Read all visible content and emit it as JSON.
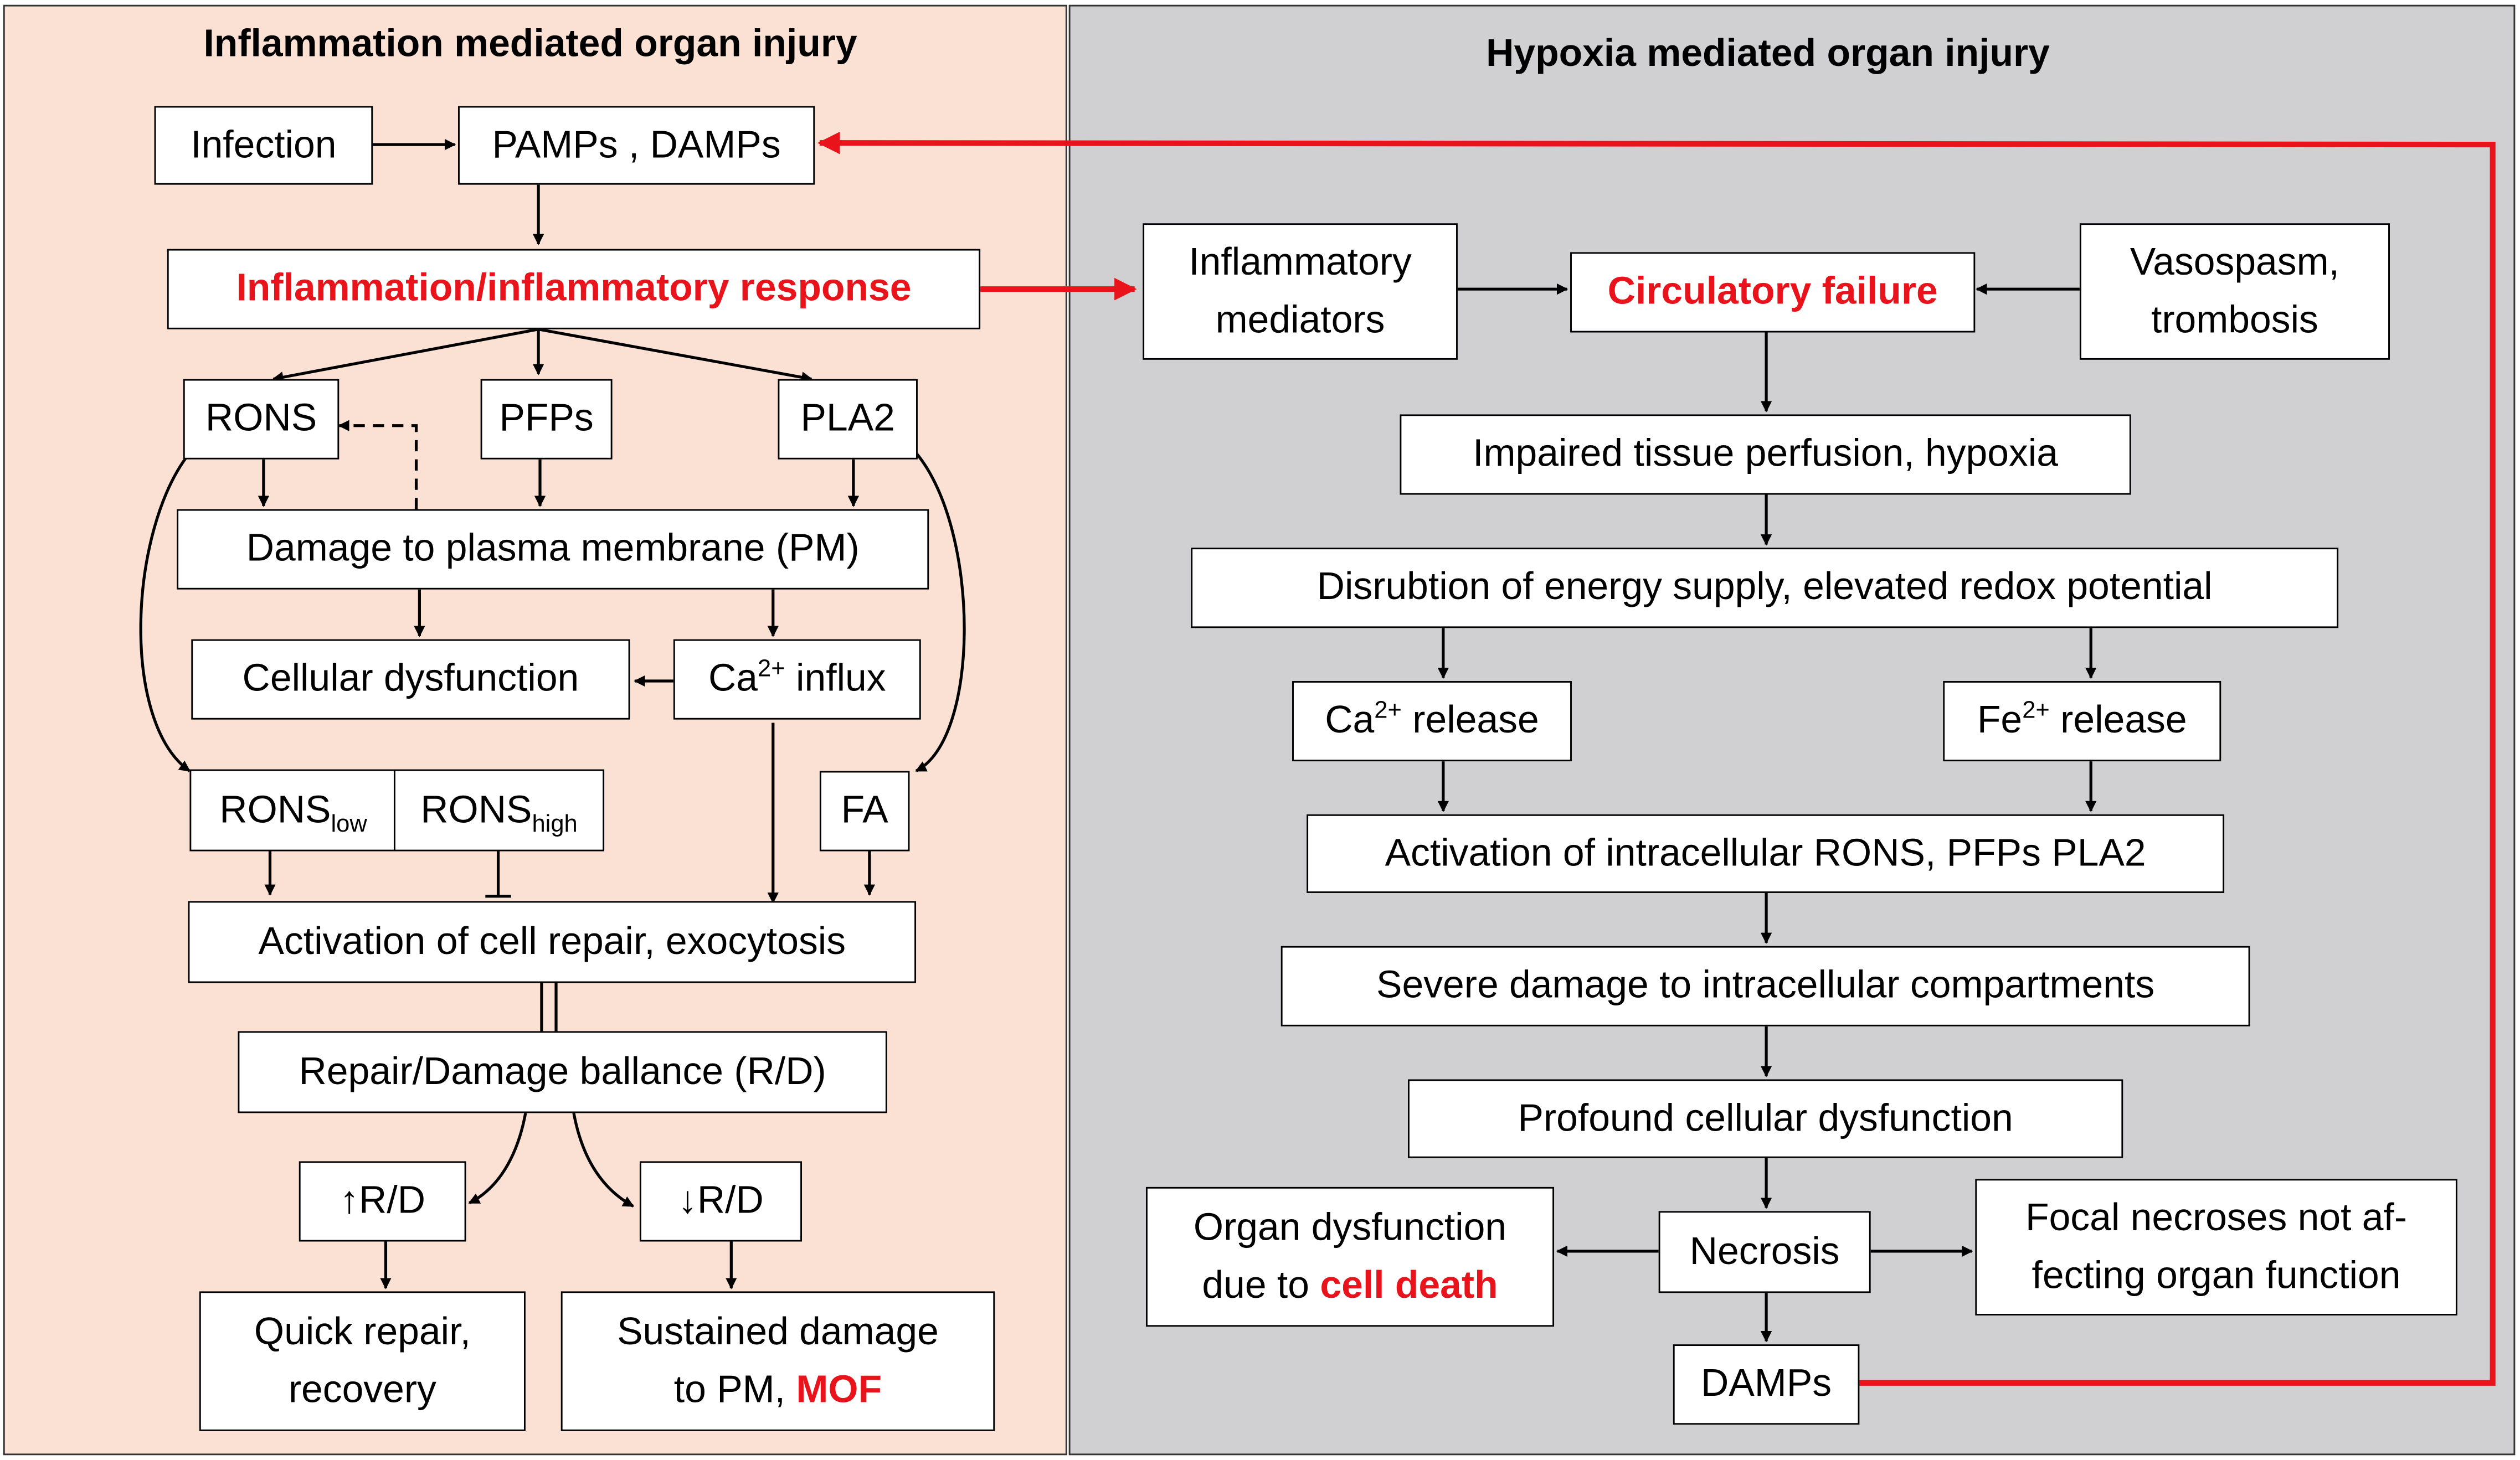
{
  "left_panel": {
    "title": "Inflammation mediated organ injury",
    "infection": "Infection",
    "pamps_damps": "PAMPs , DAMPs",
    "inflammation": "Inflammation/inflammatory response",
    "rons": "RONS",
    "pfps": "PFPs",
    "pla2": "PLA2",
    "damage_pm": "Damage to plasma membrane (PM)",
    "cellular_dysfunction": "Cellular dysfunction",
    "ca_influx": {
      "pre": "Ca",
      "sup": "2+",
      "post": " influx"
    },
    "rons_low": {
      "base": "RONS",
      "sub": "low"
    },
    "rons_high": {
      "base": "RONS",
      "sub": "high"
    },
    "fa": "FA",
    "activation_repair": "Activation of cell repair, exocytosis",
    "balance": "Repair/Damage ballance (R/D)",
    "up_rd": "↑R/D",
    "down_rd": "↓R/D",
    "quick_repair": {
      "line1": "Quick repair,",
      "line2": "recovery"
    },
    "sustained": {
      "line1": "Sustained damage",
      "line2_pre": "to PM, ",
      "line2_red": "MOF"
    }
  },
  "right_panel": {
    "title": "Hypoxia mediated organ injury",
    "inflammatory_mediators": {
      "line1": "Inflammatory",
      "line2": "mediators"
    },
    "circulatory_failure": "Circulatory failure",
    "vasospasm": {
      "line1": "Vasospasm,",
      "line2": "trombosis"
    },
    "impaired_perfusion": "Impaired tissue perfusion, hypoxia",
    "disruption": "Disrubtion of energy supply, elevated redox potential",
    "ca_release": {
      "pre": "Ca",
      "sup": "2+",
      "post": " release"
    },
    "fe_release": {
      "pre": "Fe",
      "sup": "2+",
      "post": " release"
    },
    "activation_rons": "Activation of intracellular RONS, PFPs PLA2",
    "severe_damage": "Severe damage to intracellular compartments",
    "profound_dysfunction": "Profound cellular dysfunction",
    "necrosis": "Necrosis",
    "organ_dysfunction": {
      "line1": "Organ dysfunction",
      "line2_pre": "due to ",
      "line2_red": "cell death"
    },
    "focal_necroses": {
      "line1": "Focal necroses not af-",
      "line2": "fecting organ function"
    },
    "damps": "DAMPs"
  },
  "colors": {
    "left_bg": "#fae1d3",
    "right_bg": "#d0cfd1",
    "highlight_red": "#e8131b"
  }
}
